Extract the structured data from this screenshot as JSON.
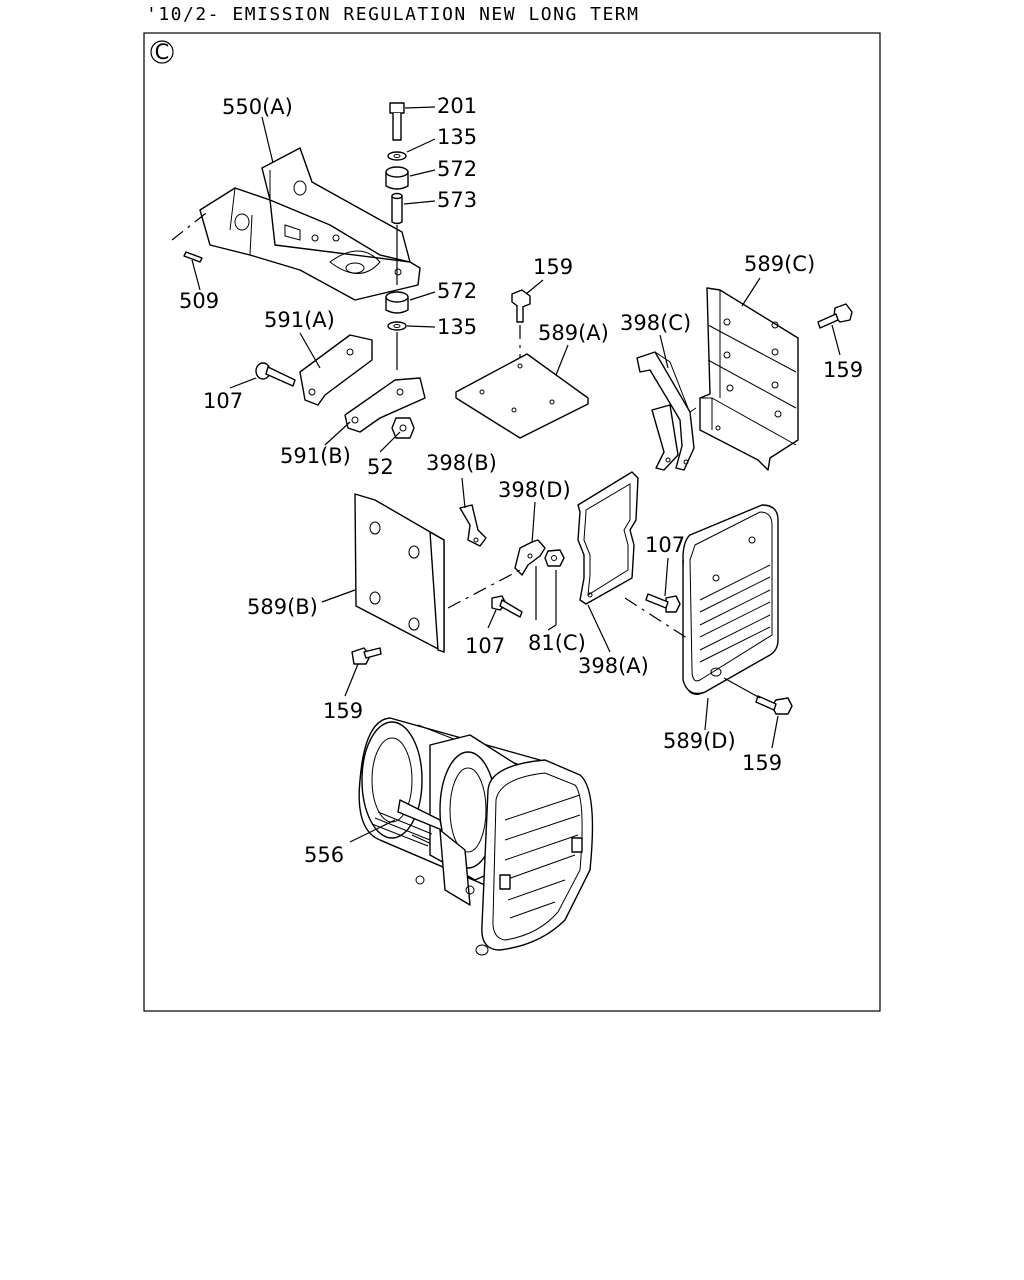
{
  "header": {
    "title": "'10/2- EMISSION REGULATION NEW LONG TERM"
  },
  "frame": {
    "mark": "C"
  },
  "labels": {
    "p550a": "550(A)",
    "p201": "201",
    "p135a": "135",
    "p572a": "572",
    "p573": "573",
    "p509": "509",
    "p572b": "572",
    "p135b": "135",
    "p159a": "159",
    "p589c": "589(C)",
    "p591a": "591(A)",
    "p589a": "589(A)",
    "p398c": "398(C)",
    "p159b": "159",
    "p107a": "107",
    "p591b": "591(B)",
    "p52": "52",
    "p398b": "398(B)",
    "p398d": "398(D)",
    "p107b": "107",
    "p589b": "589(B)",
    "p107c": "107",
    "p81c": "81(C)",
    "p398a": "398(A)",
    "p159c": "159",
    "p589d": "589(D)",
    "p159d": "159",
    "p556": "556"
  }
}
